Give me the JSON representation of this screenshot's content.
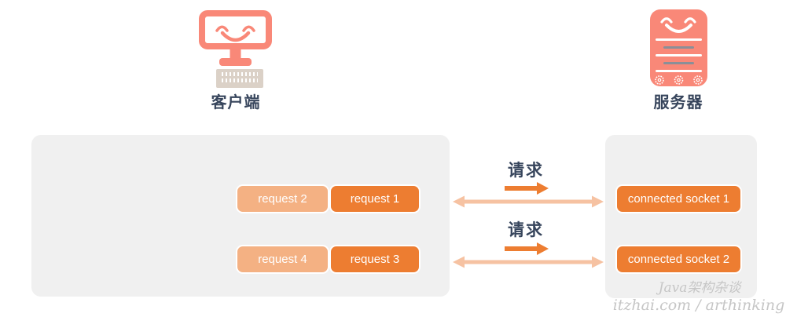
{
  "client": {
    "label": "客户端"
  },
  "server": {
    "label": "服务器"
  },
  "rows": [
    {
      "queued_request": "request 2",
      "front_request": "request 1",
      "arrow_label": "请求",
      "socket": "connected socket 1"
    },
    {
      "queued_request": "request 4",
      "front_request": "request 3",
      "arrow_label": "请求",
      "socket": "connected socket 2"
    }
  ],
  "watermark": {
    "line1": "Java架构杂谈",
    "line2": "itzhai.com / arthinking"
  },
  "colors": {
    "coral_icon": "#F98878",
    "orange_dark": "#ED7D31",
    "orange_light": "#F4B183",
    "arrow_light": "#F6C2A2",
    "navy_text": "#37455C",
    "panel_gray": "#F0F0F0",
    "keyboard_beige": "#DBD1C7",
    "server_line_gray": "#8A8F98",
    "watermark_gray": "#C6C6C6"
  }
}
